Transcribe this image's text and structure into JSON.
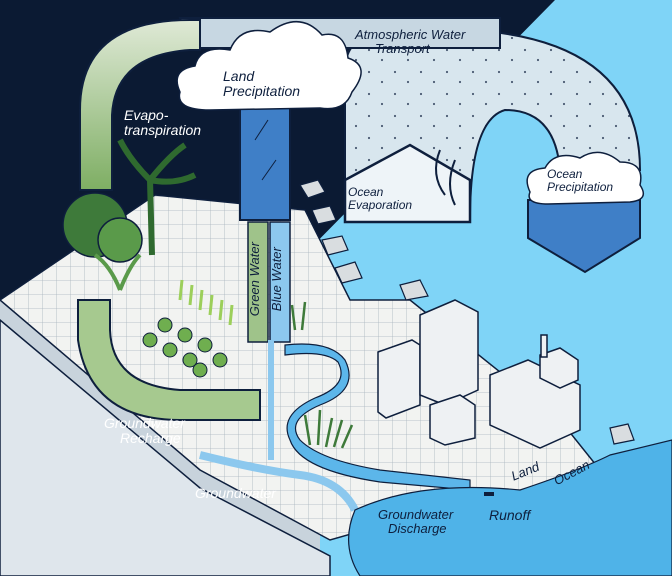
{
  "labels": {
    "land_precipitation": [
      "Land",
      "Precipitation"
    ],
    "atmospheric_transport": [
      "Atmospheric Water",
      "Transport"
    ],
    "evapotranspiration": [
      "Evapo-",
      "transpiration"
    ],
    "ocean_evaporation": [
      "Ocean",
      "Evaporation"
    ],
    "ocean_precipitation": [
      "Ocean",
      "Precipitation"
    ],
    "green_water": "Green Water",
    "blue_water": "Blue Water",
    "groundwater_recharge": [
      "Groundwater",
      "Recharge"
    ],
    "groundwater": "Groundwater",
    "groundwater_discharge": [
      "Groundwater",
      "Discharge"
    ],
    "runoff": "Runoff",
    "land": "Land",
    "ocean": "Ocean"
  },
  "colors": {
    "night_sky": "#0b1a33",
    "day_sky": "#7fd4f7",
    "ocean": "#4fb3e8",
    "land_top": "#f2f3f1",
    "green_flow": "#9fc38a",
    "blue_flow": "#3f7fc7",
    "pale_flow": "#d8e6ee"
  },
  "icons": [
    "cloud-icon",
    "tree-icon",
    "crop-icon",
    "building-icon",
    "rock-icon"
  ]
}
